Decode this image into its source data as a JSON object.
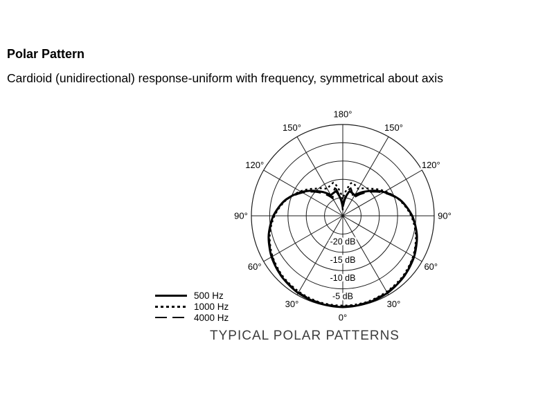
{
  "header": {
    "title": "Polar Pattern",
    "subtitle": "Cardioid (unidirectional) response-uniform with frequency, symmetrical about axis"
  },
  "chart_data": {
    "type": "polar-line",
    "title": "TYPICAL POLAR PATTERNS",
    "pattern": "cardioid",
    "angle_zero_position": "bottom",
    "symmetry": "mirrored-about-vertical-axis",
    "radial_unit": "dB",
    "radial_range_db": [
      -25,
      0
    ],
    "ring_step_db": 5,
    "rings_db": [
      0,
      -5,
      -10,
      -15,
      -20
    ],
    "ring_ticks": [
      {
        "db": -20,
        "label": "-20 dB"
      },
      {
        "db": -15,
        "label": "-15 dB"
      },
      {
        "db": -10,
        "label": "-10 dB"
      },
      {
        "db": -5,
        "label": "-5 dB"
      }
    ],
    "angle_ticks": [
      {
        "deg": 0,
        "label": "0°"
      },
      {
        "deg": 30,
        "label": "30°"
      },
      {
        "deg": 60,
        "label": "60°"
      },
      {
        "deg": 90,
        "label": "90°"
      },
      {
        "deg": 120,
        "label": "120°"
      },
      {
        "deg": 150,
        "label": "150°"
      },
      {
        "deg": 180,
        "label": "180°"
      }
    ],
    "angle_step_deg": 15,
    "angles_deg": [
      0,
      15,
      30,
      45,
      60,
      75,
      90,
      105,
      120,
      135,
      150,
      165,
      180
    ],
    "series": [
      {
        "name": "500 Hz",
        "style": "solid",
        "response_db": [
          0,
          -0.2,
          -0.6,
          -1.4,
          -2.5,
          -4.0,
          -6.0,
          -8.6,
          -12.0,
          -15.5,
          -18.5,
          -18.0,
          -22.5
        ]
      },
      {
        "name": "1000 Hz",
        "style": "dotted",
        "response_db": [
          -0.4,
          -0.5,
          -1.0,
          -1.7,
          -2.8,
          -4.3,
          -6.3,
          -8.8,
          -11.6,
          -14.5,
          -16.5,
          -15.5,
          -20.5
        ]
      },
      {
        "name": "4000 Hz",
        "style": "dashed",
        "response_db": [
          -0.2,
          -0.35,
          -0.8,
          -1.5,
          -2.7,
          -4.1,
          -6.1,
          -8.7,
          -12.3,
          -16.0,
          -19.5,
          -17.0,
          -23.5
        ]
      }
    ],
    "legend_position": "bottom-left",
    "grid": true,
    "colors": {
      "curve": "#000000",
      "grid": "#1a1a1a",
      "caption": "#3c3c3c"
    }
  }
}
